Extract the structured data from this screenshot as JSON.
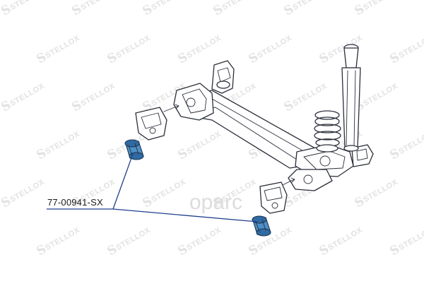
{
  "callout": {
    "part_number": "77-00941-SX",
    "line_color": "#1f3f8f"
  },
  "watermark": {
    "brand": "STELLOX",
    "monogram": "S",
    "site": "oparc",
    "text_color": "#e2e2e2",
    "site_color": "#dcdcdc"
  },
  "bushing": {
    "color": "#4d8fc7",
    "shade": "#2f6aa3"
  },
  "icons": [
    "rear-axle-beam-icon",
    "shock-absorber-icon",
    "coil-spring-icon",
    "mounting-bracket-icon",
    "bushing-icon"
  ]
}
